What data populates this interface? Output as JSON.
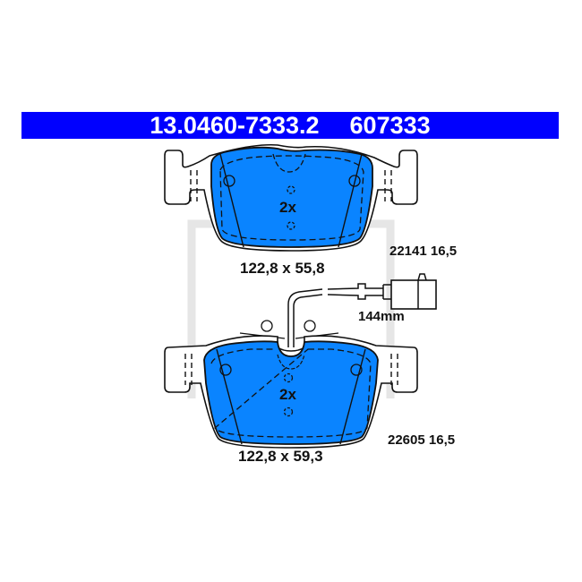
{
  "header": {
    "part_number": "13.0460-7333.2",
    "article_number": "607333",
    "background_color": "#0000ff",
    "text_color": "#ffffff"
  },
  "pads": [
    {
      "position": "upper",
      "quantity_label": "2x",
      "dimensions_label": "122,8 x 55,8",
      "code_label": "22141 16,5",
      "fill_color": "#0a84ff"
    },
    {
      "position": "lower",
      "quantity_label": "2x",
      "dimensions_label": "122,8 x 59,3",
      "code_label": "22605 16,5",
      "fill_color": "#0a84ff"
    }
  ],
  "wear_sensor": {
    "length_label": "144mm"
  },
  "watermark": {
    "color": "#e6e6e6"
  }
}
